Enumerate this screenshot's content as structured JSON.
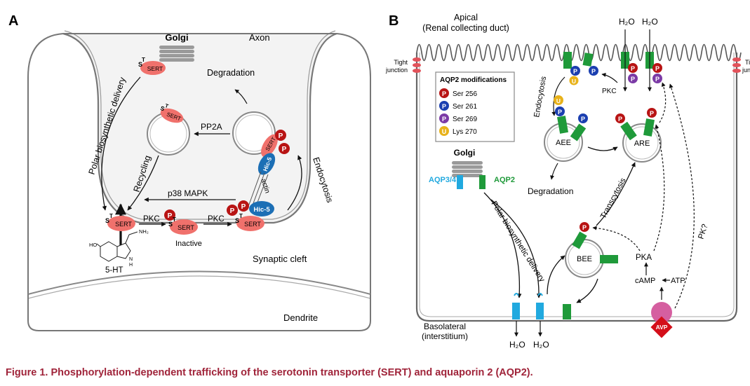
{
  "colors": {
    "sert": "#f0716c",
    "phos_red": "#b81414",
    "phos_blue": "#1b3fb0",
    "phos_purple": "#7b3aa6",
    "lys_yellow": "#e8b21a",
    "hic5": "#1c6fb5",
    "aqp2_green": "#1f9a3a",
    "aqp34_cyan": "#21a9df",
    "golgi": "#9a9a9a",
    "avp_pink": "#d55fa0",
    "avp_red": "#d40f1a",
    "caption": "#a0243a"
  },
  "panelA": {
    "label": "A",
    "golgi": "Golgi",
    "axon": "Axon",
    "degradation": "Degradation",
    "pp2a": "PP2A",
    "recycling": "Recycling",
    "polar_delivery": "Polar biosynthetic delivery",
    "endocytosis": "Endocytosis",
    "actin": "actin",
    "hic5": "Hic-5",
    "p38": "p38 MAPK",
    "pkc1": "PKC",
    "pkc2": "PKC",
    "inactive": "Inactive",
    "synaptic_cleft": "Synaptic cleft",
    "dendrite": "Dendrite",
    "ht": "5-HT",
    "ho": "HO",
    "nh2": "NH₂",
    "n": "N",
    "h": "H",
    "sert": "SERT",
    "s": "S",
    "t": "T",
    "p": "P"
  },
  "panelB": {
    "label": "B",
    "apical": "Apical",
    "apical_sub": "(Renal collecting duct)",
    "h2o": "H₂O",
    "tight_junction_1": "Tight",
    "tight_junction_2": "junction",
    "mods_title": "AQP2 modifications",
    "mods": [
      {
        "glyph": "P",
        "label": "Ser 256"
      },
      {
        "glyph": "P",
        "label": "Ser 261"
      },
      {
        "glyph": "P",
        "label": "Ser 269"
      },
      {
        "glyph": "U",
        "label": "Lys 270"
      }
    ],
    "pkc": "PKC",
    "endocytosis": "Endocytosis",
    "aee": "AEE",
    "are": "ARE",
    "golgi": "Golgi",
    "aqp34": "AQP3/4",
    "aqp2": "AQP2",
    "degradation": "Degradation",
    "transcytosis": "Transcytosis",
    "polar_delivery": "Polar biosynthetic delivery",
    "bee": "BEE",
    "pka": "PKA",
    "camp": "cAMP",
    "atp": "ATP",
    "pk": "PK?",
    "avp": "AVP",
    "basolateral": "Basolateral",
    "basolateral_sub": "(interstitium)",
    "p": "P",
    "u": "U"
  },
  "caption": "Figure 1.  Phosphorylation-dependent trafficking of the serotonin transporter (SERT) and aquaporin 2 (AQP2)."
}
